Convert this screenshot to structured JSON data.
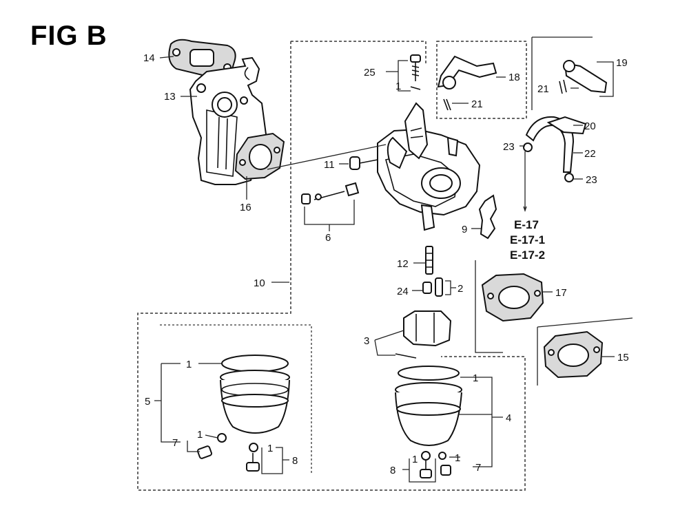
{
  "figure": {
    "title": "FIG B"
  },
  "callouts": [
    {
      "id": "c14",
      "text": "14"
    },
    {
      "id": "c13",
      "text": "13"
    },
    {
      "id": "c16",
      "text": "16"
    },
    {
      "id": "c25",
      "text": "25"
    },
    {
      "id": "c25-1",
      "text": "1"
    },
    {
      "id": "c18",
      "text": "18"
    },
    {
      "id": "c18-21",
      "text": "21"
    },
    {
      "id": "c19",
      "text": "19"
    },
    {
      "id": "c19-21",
      "text": "21"
    },
    {
      "id": "c20",
      "text": "20"
    },
    {
      "id": "c23a",
      "text": "23"
    },
    {
      "id": "c22",
      "text": "22"
    },
    {
      "id": "c23b",
      "text": "23"
    },
    {
      "id": "c11",
      "text": "11"
    },
    {
      "id": "c6",
      "text": "6"
    },
    {
      "id": "c9",
      "text": "9"
    },
    {
      "id": "c12",
      "text": "12"
    },
    {
      "id": "c24",
      "text": "24"
    },
    {
      "id": "c2",
      "text": "2"
    },
    {
      "id": "c10",
      "text": "10"
    },
    {
      "id": "c17",
      "text": "17"
    },
    {
      "id": "c3",
      "text": "3"
    },
    {
      "id": "c15",
      "text": "15"
    },
    {
      "id": "c5-1",
      "text": "1"
    },
    {
      "id": "c5",
      "text": "5"
    },
    {
      "id": "c7-1",
      "text": "1"
    },
    {
      "id": "c7l",
      "text": "7"
    },
    {
      "id": "c8-1l",
      "text": "1"
    },
    {
      "id": "c8l",
      "text": "8"
    },
    {
      "id": "c4-1",
      "text": "1"
    },
    {
      "id": "c4",
      "text": "4"
    },
    {
      "id": "c8r-1",
      "text": "1"
    },
    {
      "id": "c8r",
      "text": "8"
    },
    {
      "id": "c7r-1",
      "text": "1"
    },
    {
      "id": "c7r",
      "text": "7"
    }
  ],
  "references": [
    "E-17",
    "E-17-1",
    "E-17-2"
  ]
}
